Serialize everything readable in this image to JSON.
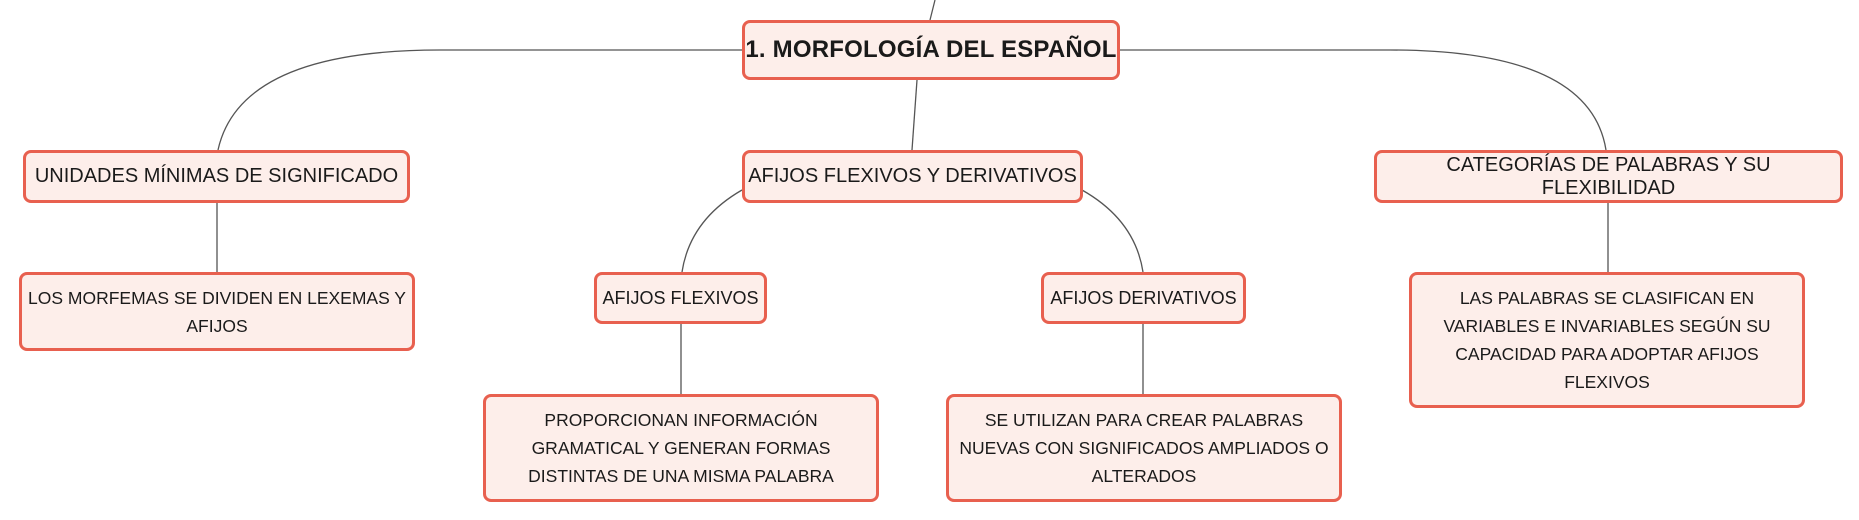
{
  "colors": {
    "node_border": "#e8604f",
    "node_fill": "#fdeeea",
    "connector": "#555555",
    "text": "#1a1a1a"
  },
  "mindmap": {
    "root": {
      "label": "1. MORFOLOGÍA DEL ESPAÑOL"
    },
    "branches": {
      "unidades": {
        "label": "UNIDADES MÍNIMAS DE SIGNIFICADO",
        "detail": "LOS MORFEMAS SE DIVIDEN EN LEXEMAS Y AFIJOS"
      },
      "afijos": {
        "label": "AFIJOS FLEXIVOS Y DERIVATIVOS",
        "flexivos": {
          "label": "AFIJOS FLEXIVOS",
          "detail": "PROPORCIONAN INFORMACIÓN GRAMATICAL Y GENERAN FORMAS DISTINTAS DE UNA MISMA PALABRA"
        },
        "derivativos": {
          "label": "AFIJOS DERIVATIVOS",
          "detail": "SE UTILIZAN PARA CREAR PALABRAS NUEVAS CON SIGNIFICADOS AMPLIADOS O ALTERADOS"
        }
      },
      "categorias": {
        "label": "CATEGORÍAS DE PALABRAS Y SU FLEXIBILIDAD",
        "detail": "LAS PALABRAS SE CLASIFICAN EN VARIABLES E INVARIABLES SEGÚN SU CAPACIDAD PARA ADOPTAR AFIJOS FLEXIVOS"
      }
    }
  }
}
